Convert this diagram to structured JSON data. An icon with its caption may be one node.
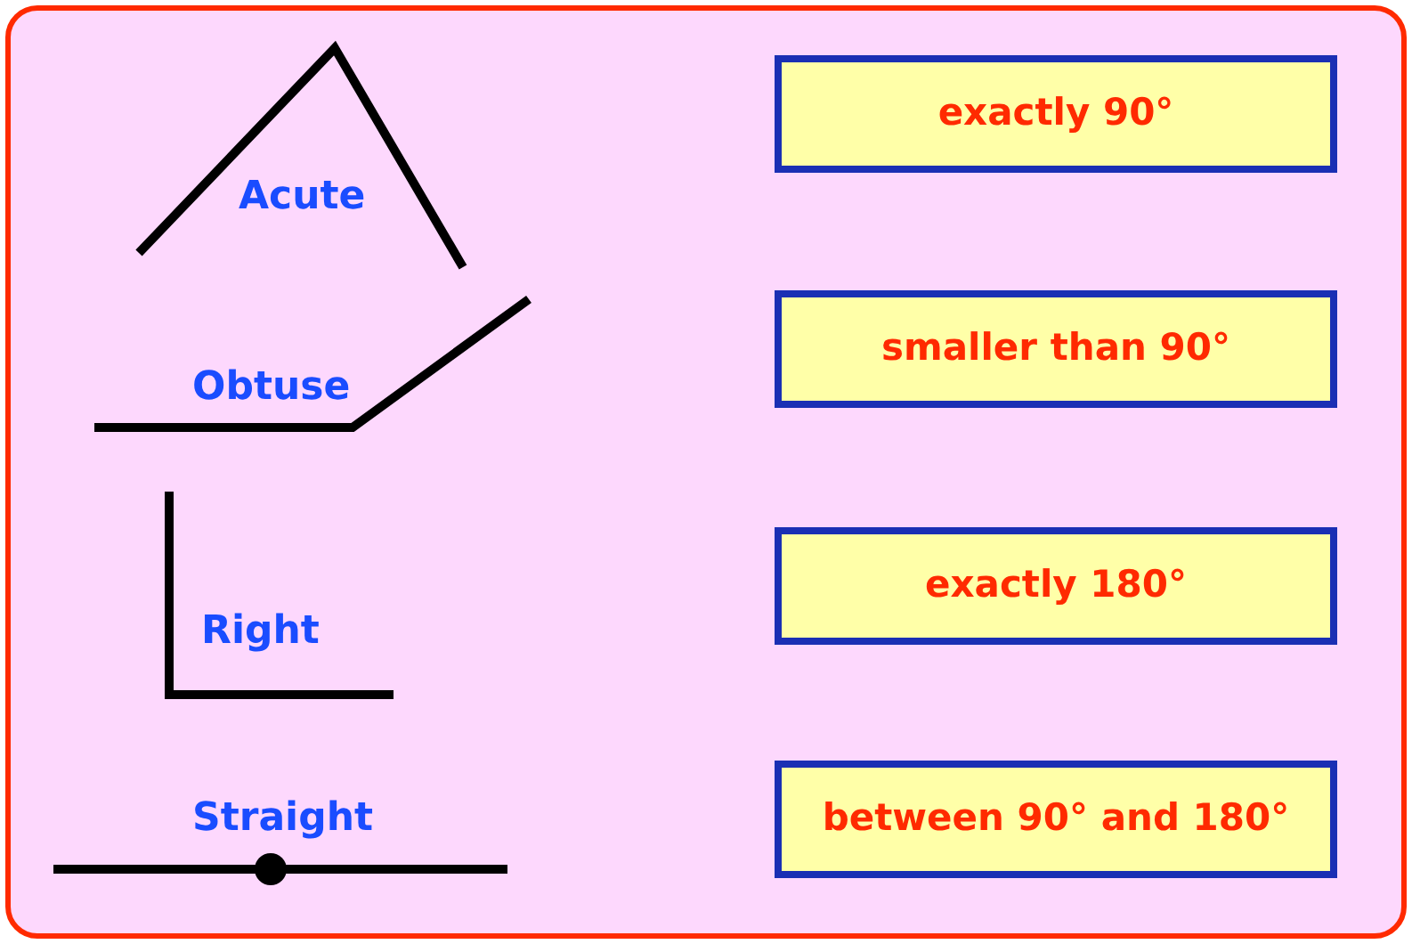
{
  "diagram": {
    "nodes": [
      {
        "text": [
          "exactly 90°"
        ]
      },
      {
        "text": [
          "smaller than 90°"
        ]
      },
      {
        "text": [
          "exactly 180°"
        ]
      },
      {
        "text": [
          "between 90° and 180°"
        ]
      }
    ],
    "labels": [
      "Acute",
      "Obtuse",
      "Right",
      "Straight"
    ]
  }
}
